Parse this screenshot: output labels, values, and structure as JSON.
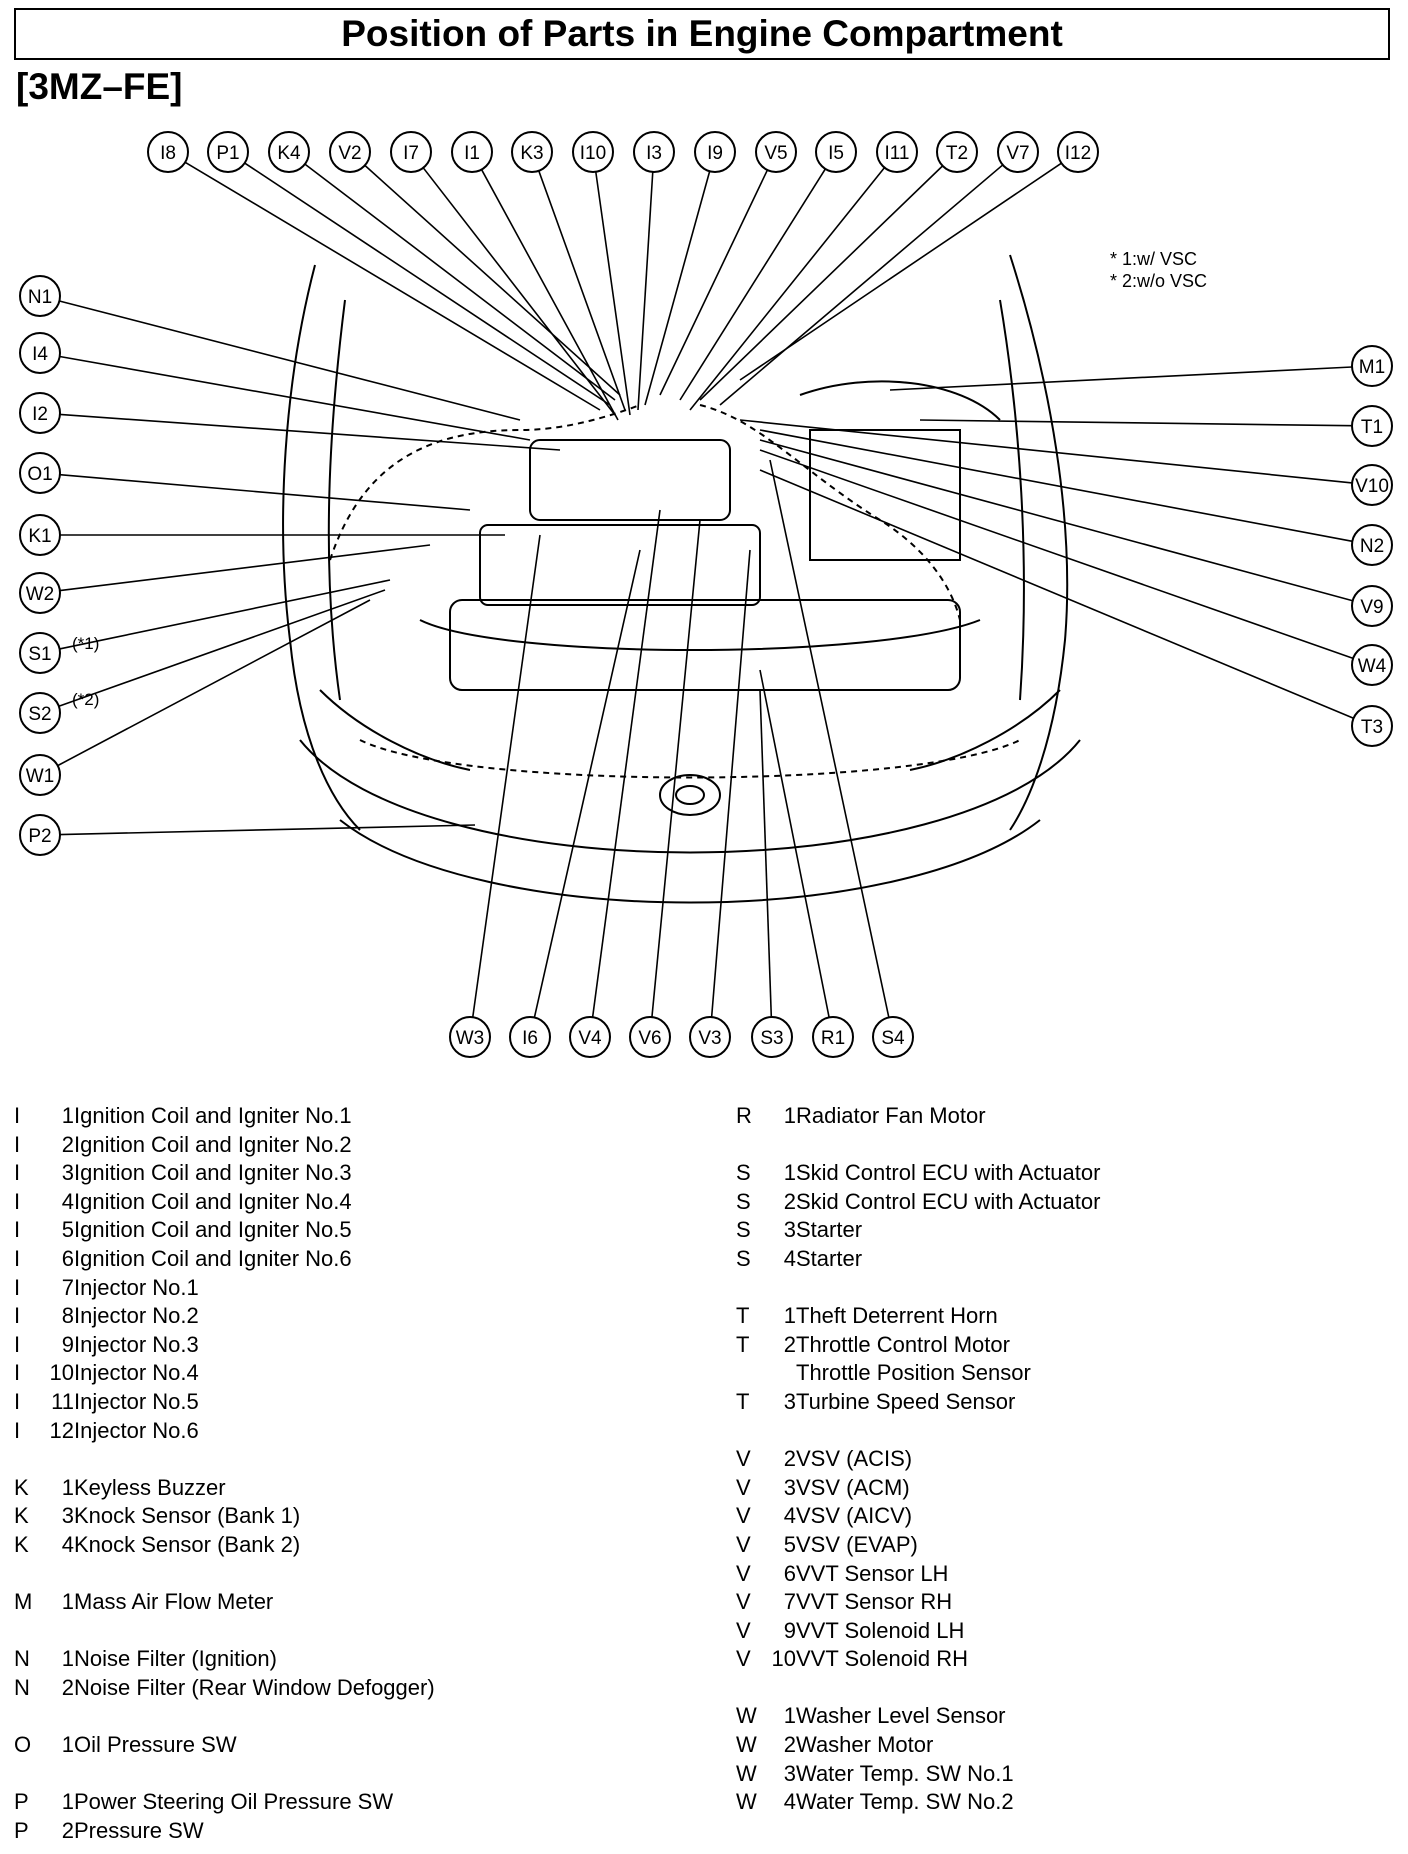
{
  "title": "Position of Parts in Engine Compartment",
  "subtitle": "[3MZ–FE]",
  "notes": [
    "* 1:w/ VSC",
    "* 2:w/o VSC"
  ],
  "callouts": {
    "top": [
      "I8",
      "P1",
      "K4",
      "V2",
      "I7",
      "I1",
      "K3",
      "I10",
      "I3",
      "I9",
      "V5",
      "I5",
      "I11",
      "T2",
      "V7",
      "I12"
    ],
    "left": [
      "N1",
      "I4",
      "I2",
      "O1",
      "K1",
      "W2",
      "S1",
      "S2",
      "W1",
      "P2"
    ],
    "right": [
      "M1",
      "T1",
      "V10",
      "N2",
      "V9",
      "W4",
      "T3"
    ],
    "bottom": [
      "W3",
      "I6",
      "V4",
      "V6",
      "V3",
      "S3",
      "R1",
      "S4"
    ],
    "s1_mark": "(*1)",
    "s2_mark": "(*2)"
  },
  "legend_left": [
    {
      "letter": "I",
      "num": "1",
      "label": "Ignition Coil and Igniter No.1"
    },
    {
      "letter": "I",
      "num": "2",
      "label": "Ignition Coil and Igniter No.2"
    },
    {
      "letter": "I",
      "num": "3",
      "label": "Ignition Coil and Igniter No.3"
    },
    {
      "letter": "I",
      "num": "4",
      "label": "Ignition Coil and Igniter No.4"
    },
    {
      "letter": "I",
      "num": "5",
      "label": "Ignition Coil and Igniter No.5"
    },
    {
      "letter": "I",
      "num": "6",
      "label": "Ignition Coil and Igniter No.6"
    },
    {
      "letter": "I",
      "num": "7",
      "label": "Injector No.1"
    },
    {
      "letter": "I",
      "num": "8",
      "label": "Injector No.2"
    },
    {
      "letter": "I",
      "num": "9",
      "label": "Injector No.3"
    },
    {
      "letter": "I",
      "num": "10",
      "label": "Injector No.4"
    },
    {
      "letter": "I",
      "num": "11",
      "label": "Injector No.5"
    },
    {
      "letter": "I",
      "num": "12",
      "label": "Injector No.6"
    },
    {
      "gap": true
    },
    {
      "letter": "K",
      "num": "1",
      "label": "Keyless Buzzer"
    },
    {
      "letter": "K",
      "num": "3",
      "label": "Knock Sensor (Bank 1)"
    },
    {
      "letter": "K",
      "num": "4",
      "label": "Knock Sensor (Bank 2)"
    },
    {
      "gap": true
    },
    {
      "letter": "M",
      "num": "1",
      "label": "Mass Air Flow Meter"
    },
    {
      "gap": true
    },
    {
      "letter": "N",
      "num": "1",
      "label": "Noise Filter (Ignition)"
    },
    {
      "letter": "N",
      "num": "2",
      "label": "Noise Filter (Rear Window Defogger)"
    },
    {
      "gap": true
    },
    {
      "letter": "O",
      "num": "1",
      "label": "Oil Pressure SW"
    },
    {
      "gap": true
    },
    {
      "letter": "P",
      "num": "1",
      "label": "Power Steering Oil Pressure SW"
    },
    {
      "letter": "P",
      "num": "2",
      "label": "Pressure SW"
    }
  ],
  "legend_right": [
    {
      "letter": "R",
      "num": "1",
      "label": "Radiator Fan Motor"
    },
    {
      "gap": true
    },
    {
      "letter": "S",
      "num": "1",
      "label": "Skid Control ECU with Actuator"
    },
    {
      "letter": "S",
      "num": "2",
      "label": "Skid Control ECU with Actuator"
    },
    {
      "letter": "S",
      "num": "3",
      "label": "Starter"
    },
    {
      "letter": "S",
      "num": "4",
      "label": "Starter"
    },
    {
      "gap": true
    },
    {
      "letter": "T",
      "num": "1",
      "label": "Theft Deterrent Horn"
    },
    {
      "letter": "T",
      "num": "2",
      "label": "Throttle Control Motor"
    },
    {
      "letter": "",
      "num": "",
      "label": "Throttle Position Sensor"
    },
    {
      "letter": "T",
      "num": "3",
      "label": "Turbine Speed Sensor"
    },
    {
      "gap": true
    },
    {
      "letter": "V",
      "num": "2",
      "label": "VSV (ACIS)"
    },
    {
      "letter": "V",
      "num": "3",
      "label": "VSV (ACM)"
    },
    {
      "letter": "V",
      "num": "4",
      "label": "VSV (AICV)"
    },
    {
      "letter": "V",
      "num": "5",
      "label": "VSV (EVAP)"
    },
    {
      "letter": "V",
      "num": "6",
      "label": "VVT Sensor LH"
    },
    {
      "letter": "V",
      "num": "7",
      "label": "VVT Sensor RH"
    },
    {
      "letter": "V",
      "num": "9",
      "label": "VVT Solenoid LH"
    },
    {
      "letter": "V",
      "num": "10",
      "label": "VVT Solenoid RH"
    },
    {
      "gap": true
    },
    {
      "letter": "W",
      "num": "1",
      "label": "Washer Level Sensor"
    },
    {
      "letter": "W",
      "num": "2",
      "label": "Washer Motor"
    },
    {
      "letter": "W",
      "num": "3",
      "label": "Water Temp. SW No.1"
    },
    {
      "letter": "W",
      "num": "4",
      "label": "Water Temp. SW No.2"
    }
  ]
}
